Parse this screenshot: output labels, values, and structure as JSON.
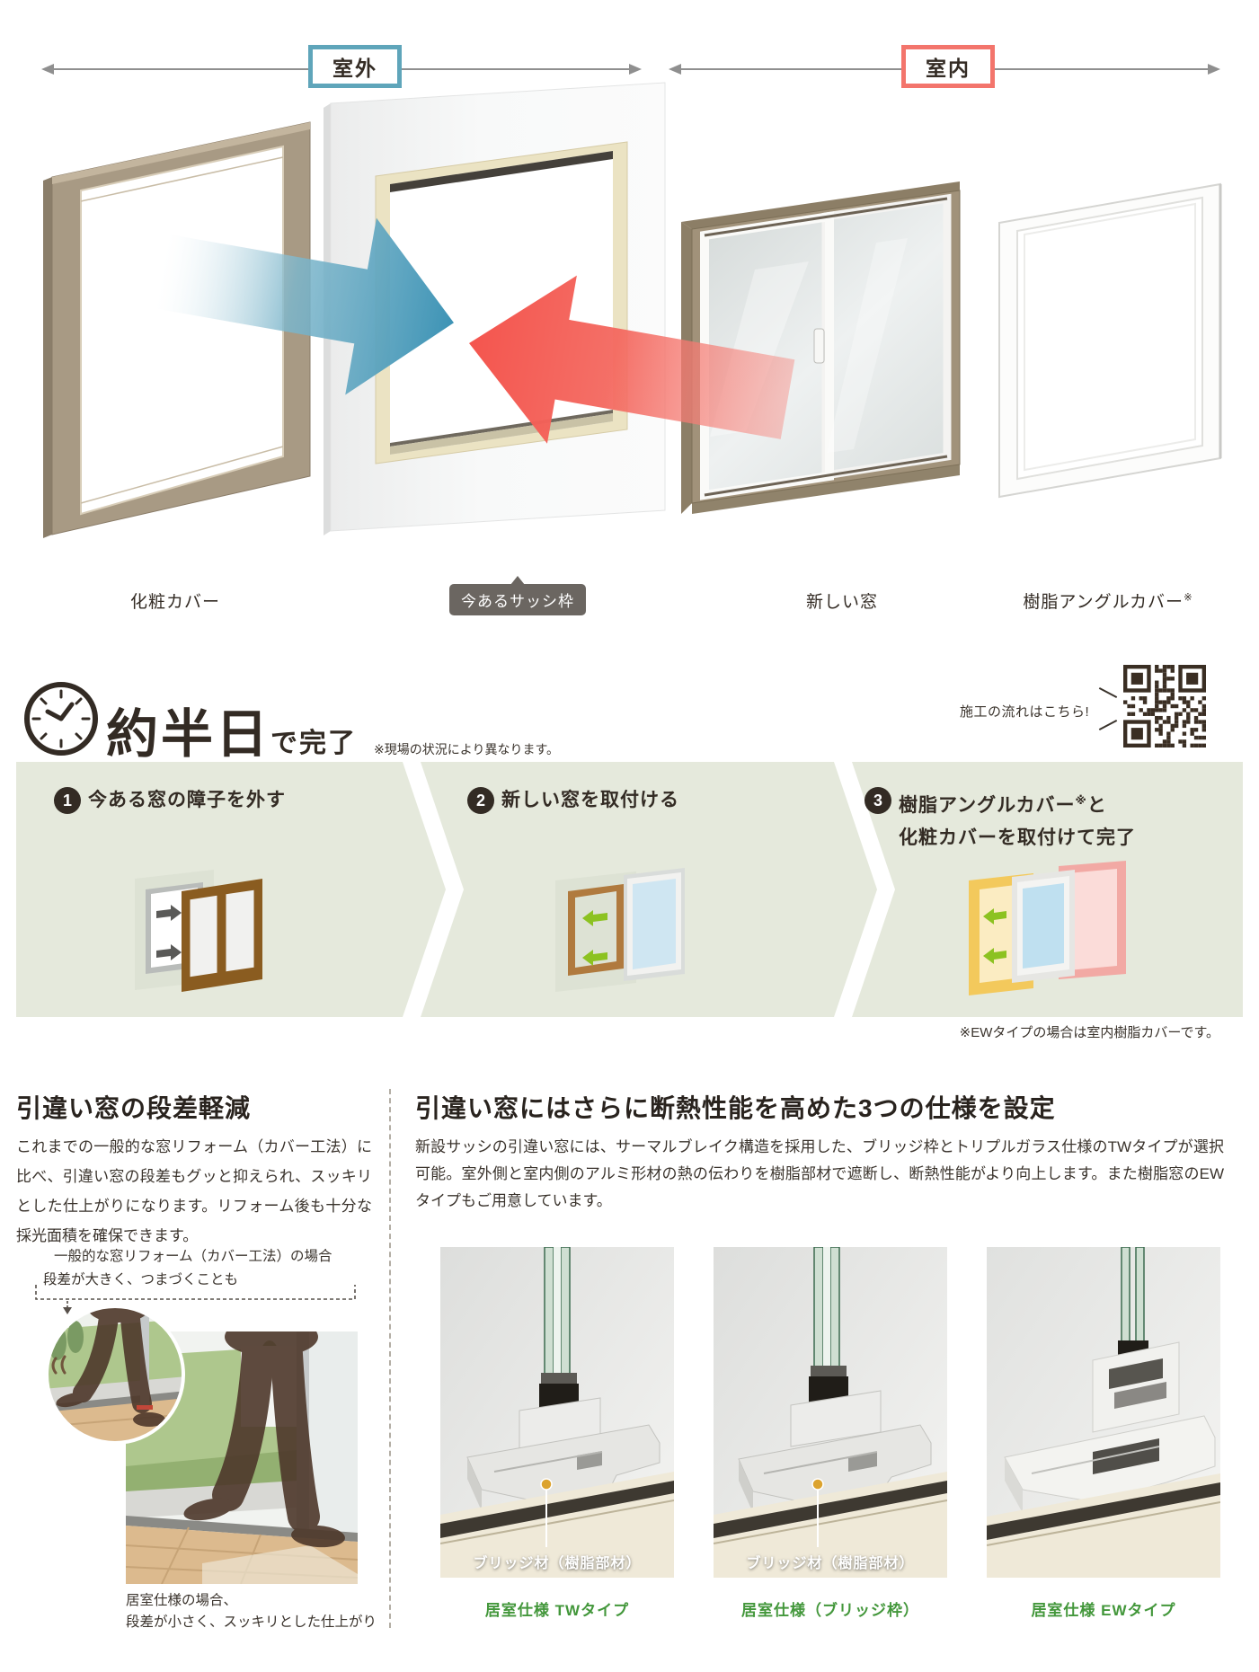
{
  "top": {
    "outdoor_label": "室外",
    "indoor_label": "室内",
    "label_cover": "化粧カバー",
    "label_existing_frame": "今あるサッシ枠",
    "label_new_window": "新しい窓",
    "label_resin_cover": "樹脂アングルカバー",
    "label_resin_cover_sup": "※"
  },
  "lead": {
    "time_big": "約半日",
    "time_suffix": "で完了",
    "time_note": "※現場の状況により異なります。",
    "qr_caption": "施工の流れはこちら!"
  },
  "steps": {
    "s1_num": "1",
    "s1_text": "今ある窓の障子を外す",
    "s2_num": "2",
    "s2_text": "新しい窓を取付ける",
    "s3_num": "3",
    "s3_line1_pre": "樹脂アングルカバー",
    "s3_line1_sup": "※",
    "s3_line1_post": "と",
    "s3_line2": "化粧カバーを取付けて完了",
    "note": "※EWタイプの場合は室内樹脂カバーです。"
  },
  "left_col": {
    "heading": "引違い窓の段差軽減",
    "body": "これまでの一般的な窓リフォーム（カバー工法）に比べ、引違い窓の段差もグッと抑えられ、スッキリとした仕上がりになります。リフォーム後も十分な採光面積を確保できます。",
    "callout_line1": "一般的な窓リフォーム（カバー工法）の場合",
    "callout_line2": "段差が大きく、つまづくことも",
    "photo_caption_line1": "居室仕様の場合、",
    "photo_caption_line2": "段差が小さく、スッキリとした仕上がり"
  },
  "right_col": {
    "heading": "引違い窓にはさらに断熱性能を高めた3つの仕様を設定",
    "body": "新設サッシの引違い窓には、サーマルブレイク構造を採用した、ブリッジ枠とトリプルガラス仕様のTWタイプが選択可能。室外側と室内側のアルミ形材の熱の伝わりを樹脂部材で遮断し、断熱性能がより向上します。また樹脂窓のEWタイプもご用意しています。",
    "profiles": {
      "p1_overlay": "ブリッジ材（樹脂部材）",
      "p2_overlay": "ブリッジ材（樹脂部材）",
      "p1_caption": "居室仕様 TWタイプ",
      "p2_caption": "居室仕様（ブリッジ枠）",
      "p3_caption": "居室仕様 EWタイプ"
    }
  },
  "colors": {
    "outdoor_accent": "#5fa5ba",
    "indoor_accent": "#f3756c",
    "outdoor_arrow": "#3d93b5",
    "indoor_arrow": "#f4554e",
    "band_green": "#e5e9dc",
    "step_ink": "#332b24",
    "caption_green": "#43973b",
    "tag_gray": "#6b6661"
  }
}
